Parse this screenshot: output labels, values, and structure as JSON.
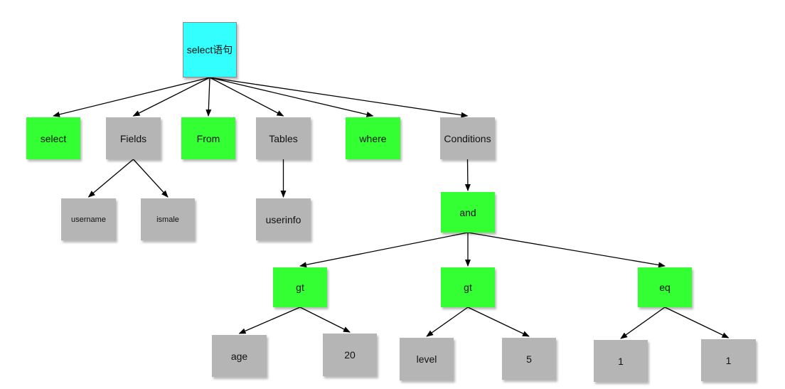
{
  "colors": {
    "root": "#33ffff",
    "keyword": "#33ff33",
    "field": "#b5b5b5",
    "edge": "#000000"
  },
  "nodes": {
    "root": "select语句",
    "select": "select",
    "fields": "Fields",
    "from": "From",
    "tables": "Tables",
    "where": "where",
    "conditions": "Conditions",
    "username": "username",
    "ismale": "ismale",
    "userinfo": "userinfo",
    "and": "and",
    "gt1": "gt",
    "gt2": "gt",
    "eq": "eq",
    "age": "age",
    "v20": "20",
    "level": "level",
    "v5": "5",
    "one1": "1",
    "one2": "1"
  }
}
